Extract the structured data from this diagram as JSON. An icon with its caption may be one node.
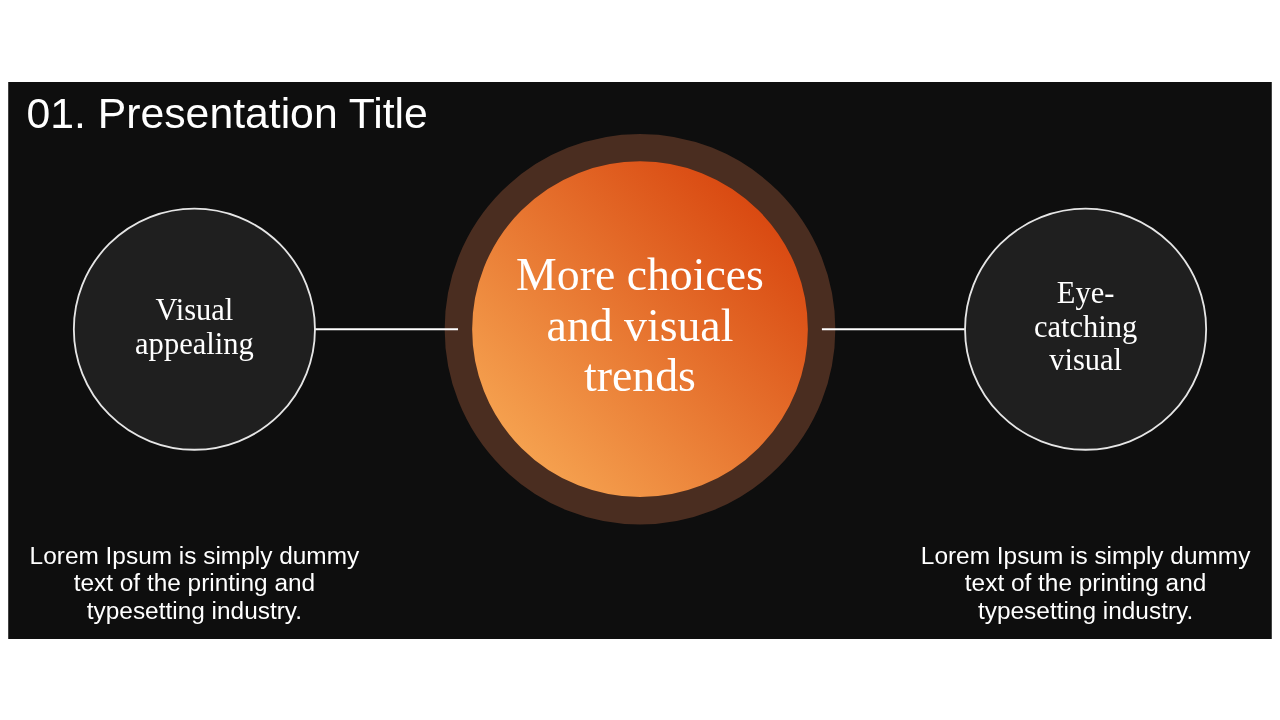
{
  "diagram": {
    "title": "01. Presentation Title",
    "nodes": [
      {
        "text": [
          "Visual appealing"
        ],
        "beside": [
          "Lorem Ipsum is simply dummy text of the printing and typesetting industry."
        ]
      },
      {
        "text": [
          "More choices and visual trends"
        ]
      },
      {
        "text": [
          "Eye-catching visual"
        ],
        "beside": [
          "Lorem Ipsum is simply dummy text of the printing and typesetting industry."
        ]
      }
    ],
    "edges": [
      {
        "from": 0,
        "to": 1,
        "arrow": "none"
      },
      {
        "from": 1,
        "to": 2,
        "arrow": "none"
      }
    ]
  }
}
